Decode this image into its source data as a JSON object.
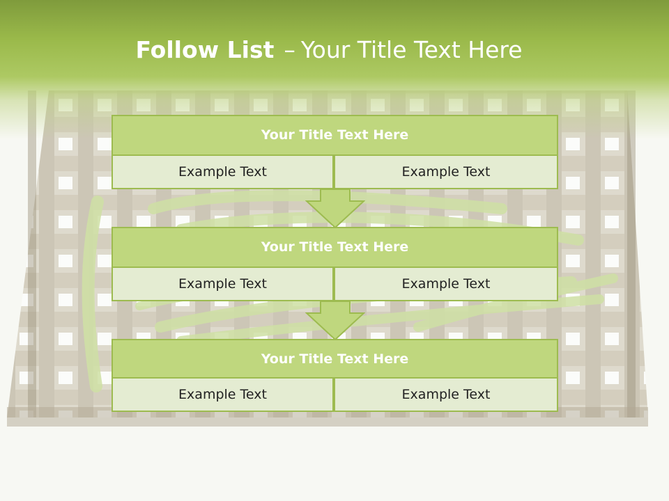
{
  "title": {
    "main": "Follow List",
    "separator": "–",
    "sub": "Your Title Text Here"
  },
  "steps": [
    {
      "title": "Your Title Text Here",
      "cells": [
        "Example Text",
        "Example Text"
      ]
    },
    {
      "title": "Your Title Text Here",
      "cells": [
        "Example Text",
        "Example Text"
      ]
    },
    {
      "title": "Your Title Text Here",
      "cells": [
        "Example Text",
        "Example Text"
      ]
    }
  ],
  "colors": {
    "accent": "#9dbb50",
    "header_fill": "#bfd77e",
    "cell_fill": "#e4ecd2",
    "banner_top": "#7f9b3c"
  }
}
